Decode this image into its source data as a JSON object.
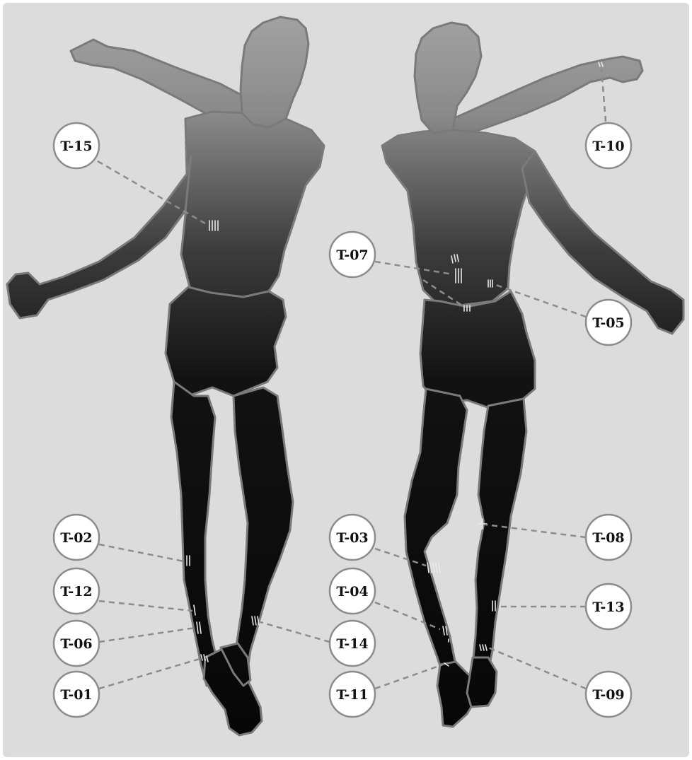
{
  "figure": {
    "background_color": "#dcdcdc",
    "silhouette_top_color": "#9a9a9a",
    "silhouette_bottom_color": "#0a0a0a",
    "outline_color": "#7a7a7a",
    "mark_color": "#e8e8e8",
    "leader_color": "#8c8c8c"
  },
  "labels": {
    "t15": "T-15",
    "t10": "T-10",
    "t07": "T-07",
    "t05": "T-05",
    "t02": "T-02",
    "t03": "T-03",
    "t08": "T-08",
    "t12": "T-12",
    "t04": "T-04",
    "t13": "T-13",
    "t06": "T-06",
    "t14": "T-14",
    "t01": "T-01",
    "t11": "T-11",
    "t09": "T-09"
  }
}
